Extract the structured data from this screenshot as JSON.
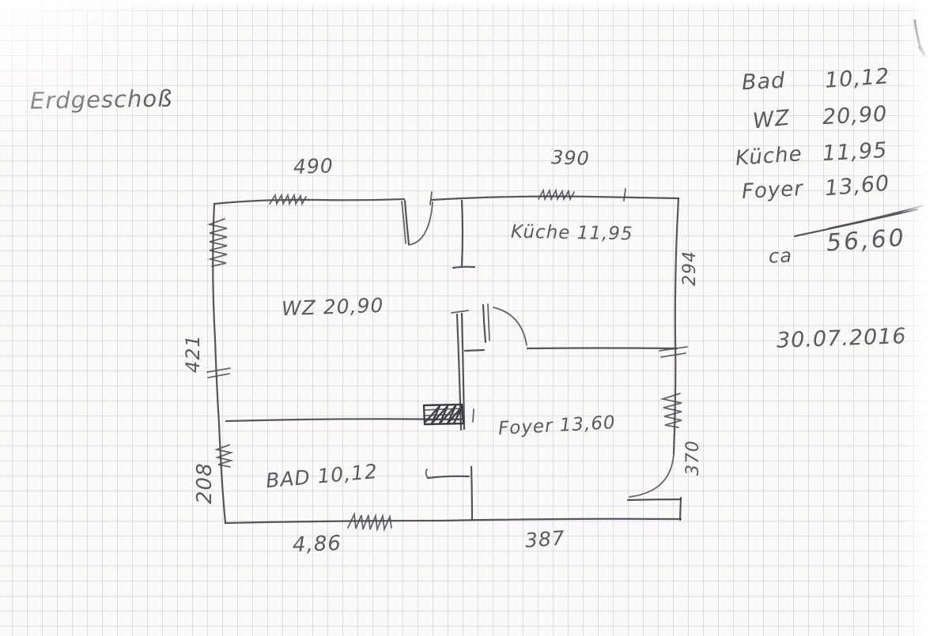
{
  "document": {
    "title": "Erdgeschoß",
    "date": "30.07.2016"
  },
  "floor_plan": {
    "room_labels": {
      "kueche": "Küche 11,95",
      "wohnzimmer": "WZ 20,90",
      "foyer": "Foyer 13,60",
      "bad": "BAD 10,12"
    },
    "dimensions": {
      "top_left_width": "490",
      "top_right_width": "390",
      "left_upper_height": "421",
      "left_lower_height": "208",
      "right_upper_height": "294",
      "right_lower_height": "370",
      "bottom_left_width": "4,86",
      "bottom_right_width": "387"
    }
  },
  "area_summary": {
    "rows": [
      {
        "room": "Bad",
        "area": "10,12"
      },
      {
        "room": "WZ",
        "area": "20,90"
      },
      {
        "room": "Küche",
        "area": "11,95"
      },
      {
        "room": "Foyer",
        "area": "13,60"
      }
    ],
    "total_label": "ca",
    "total_value": "56,60"
  },
  "colors": {
    "pen": "#44454b",
    "grid_line": "#d6d8e0",
    "paper": "#fbfaf8"
  }
}
